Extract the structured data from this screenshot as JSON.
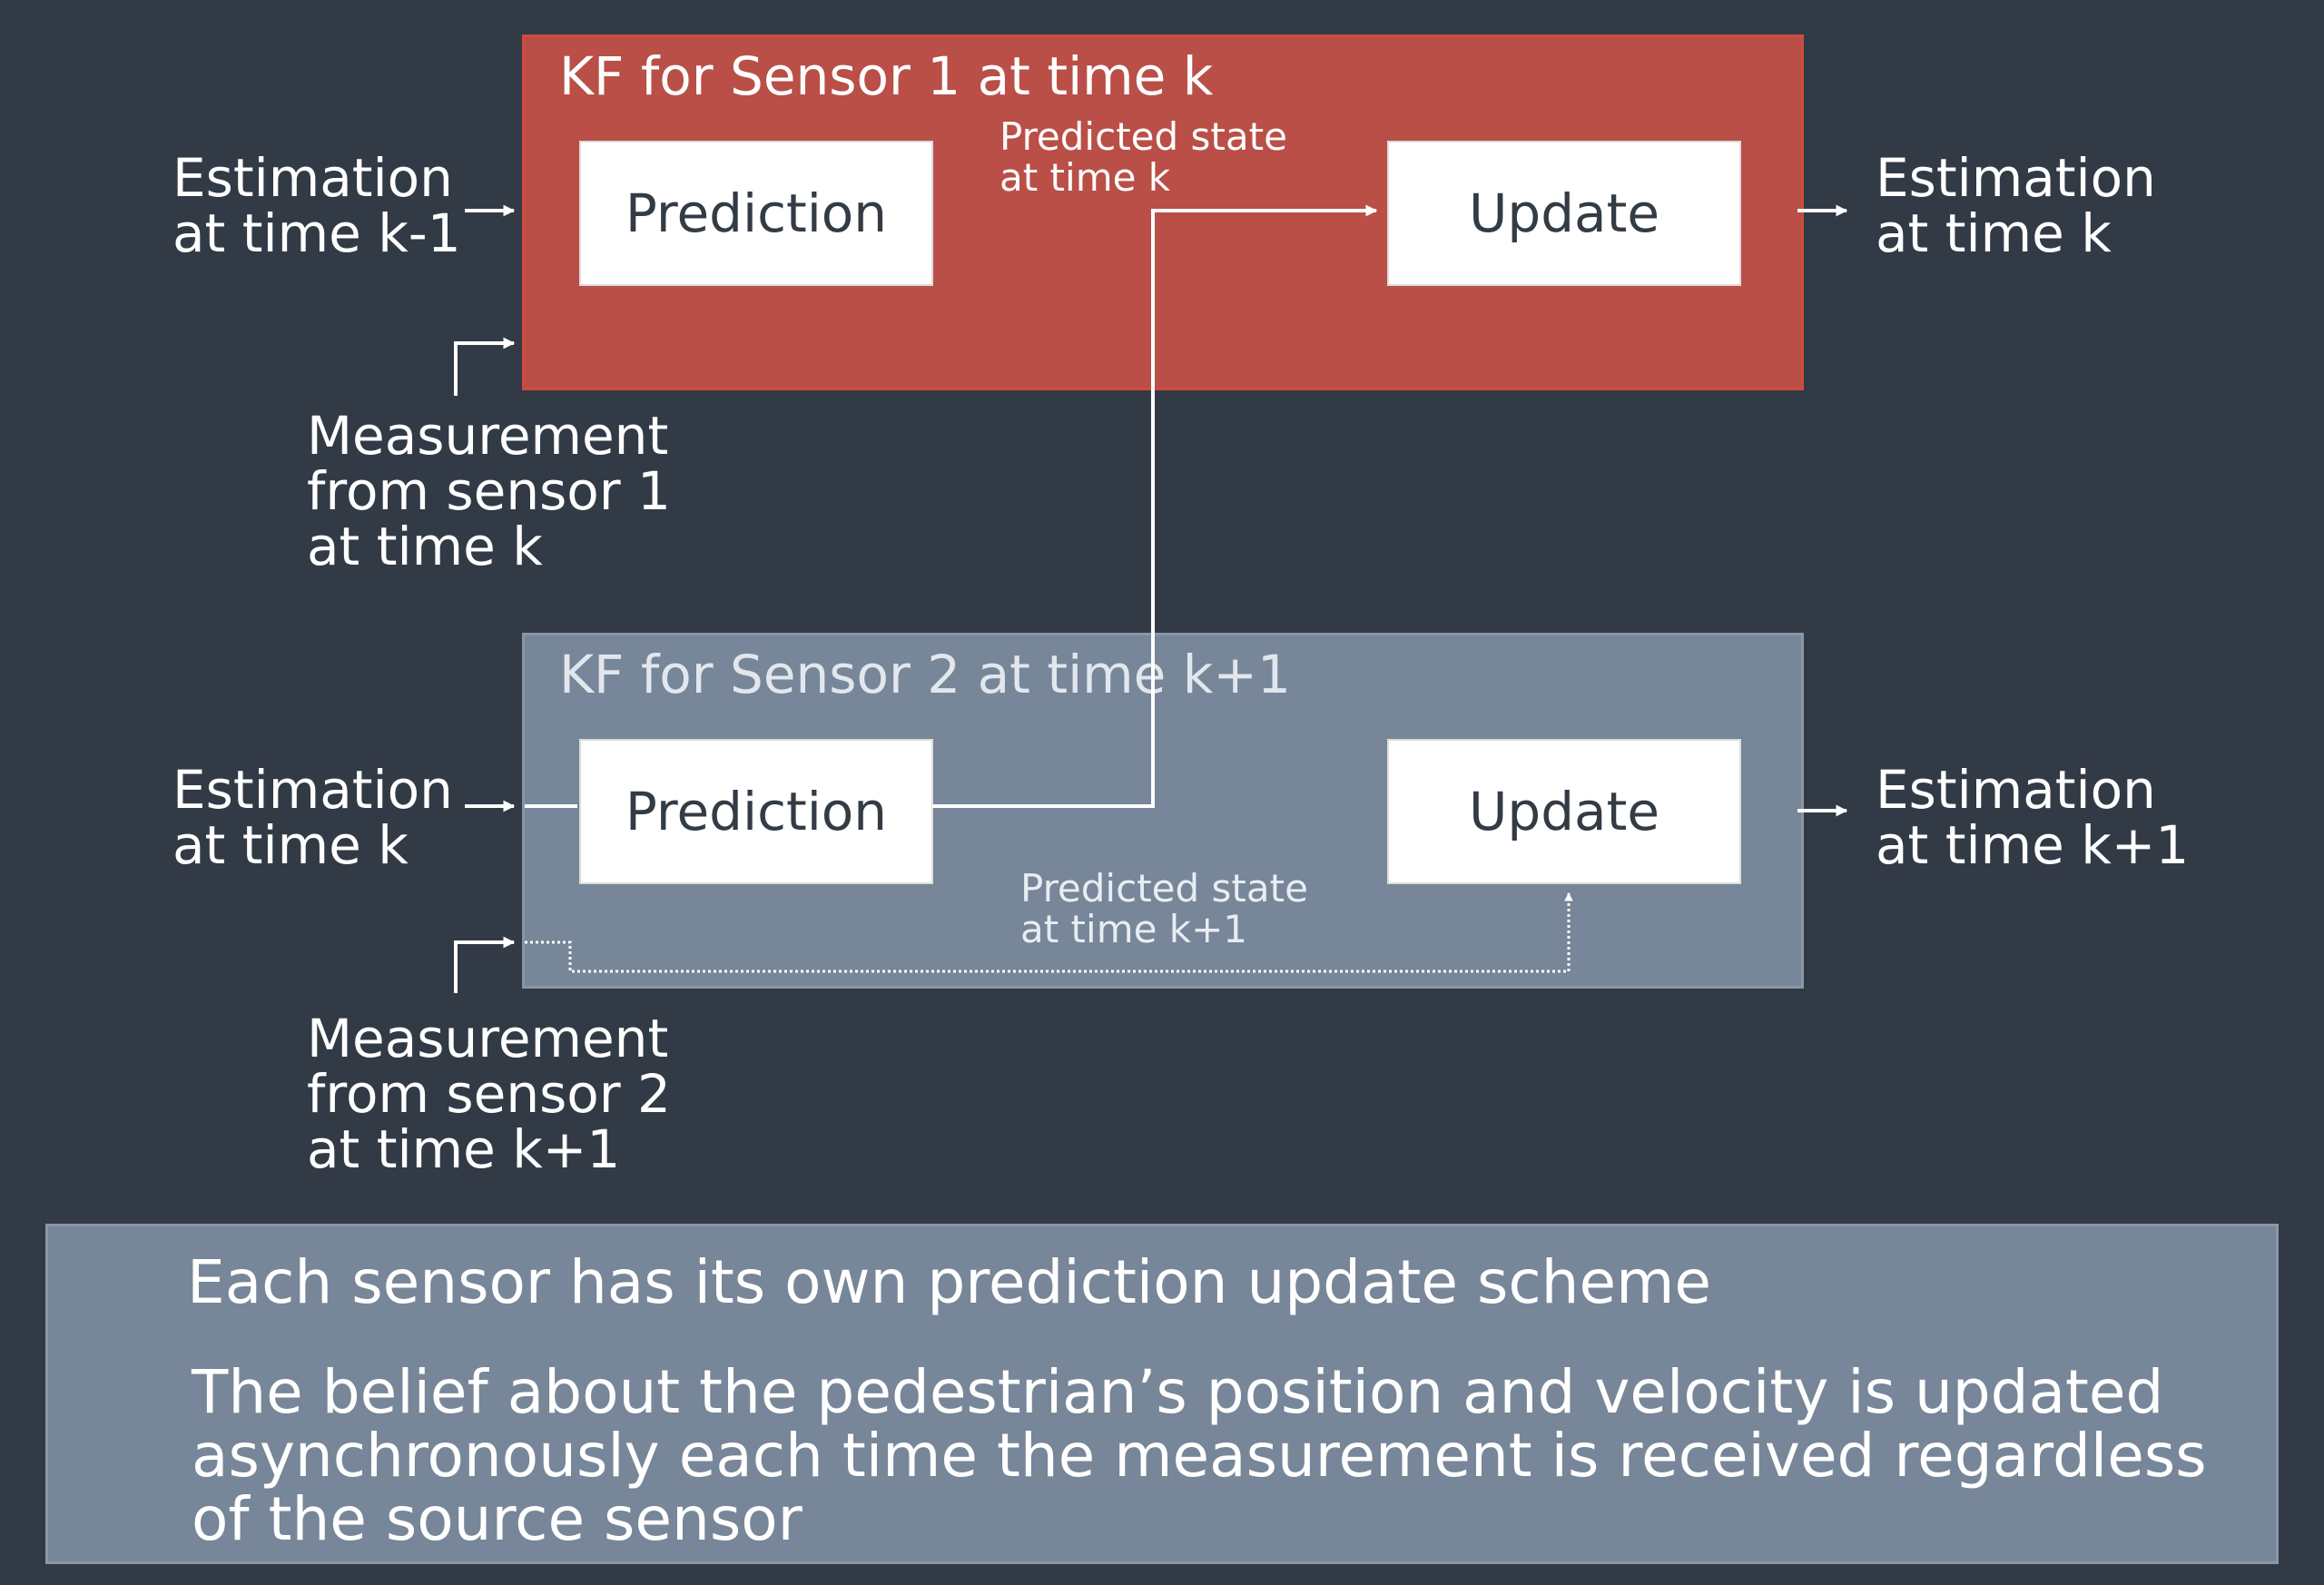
{
  "panel1": {
    "title": "KF for Sensor 1 at time k",
    "prediction_label": "Prediction",
    "update_label": "Update",
    "predicted_state_label": "Predicted state\nat time k"
  },
  "panel2": {
    "title": "KF for Sensor 2 at time k+1",
    "prediction_label": "Prediction",
    "update_label": "Update",
    "predicted_state_label": "Predicted state\nat time k+1"
  },
  "inputs": {
    "estimation_k_minus_1": "Estimation\nat time k-1",
    "estimation_k_in": "Estimation\nat time k",
    "measurement_sensor1": "Measurement\nfrom sensor 1\nat time k",
    "measurement_sensor2": "Measurement\nfrom sensor 2\nat time k+1"
  },
  "outputs": {
    "estimation_k": "Estimation\nat time k",
    "estimation_k_plus_1": "Estimation\nat time k+1"
  },
  "note": {
    "heading": "Each sensor has its own prediction update scheme",
    "body": "The belief about the pedestrian’s position and velocity is updated asynchronously each time the measurement is received regardless of the source sensor"
  },
  "colors": {
    "background": "#323a46",
    "sensor1_panel": "#b94f47",
    "sensor2_panel": "#778698",
    "note_panel": "#778698",
    "box_fill": "#ffffff",
    "box_text": "#333b45"
  }
}
